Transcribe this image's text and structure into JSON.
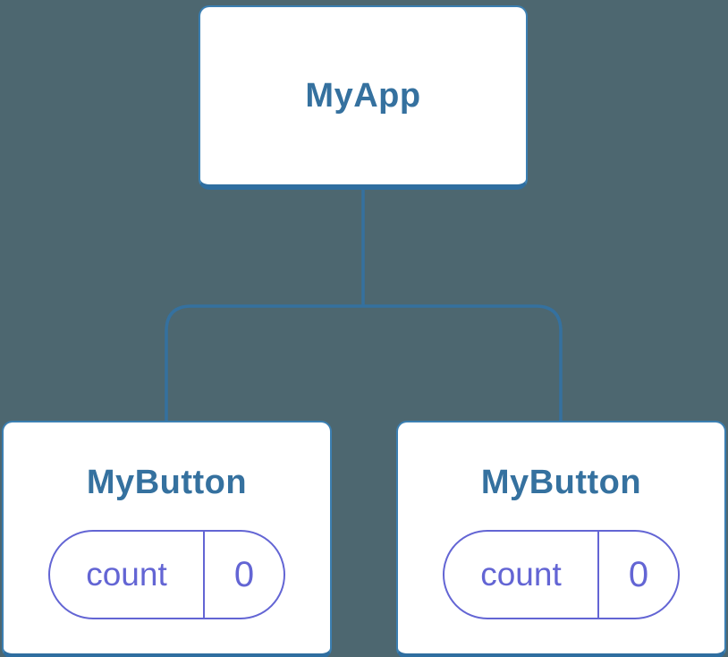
{
  "colors": {
    "bg": "#4D6770",
    "blue": "#35719F",
    "blue-border": "#3B7FB2",
    "blue-strong": "#2F6EA0",
    "blue-text": "#35719F",
    "purple": "#6365D4",
    "card-bg": "#FFFFFF"
  },
  "tree": {
    "root": {
      "label": "MyApp"
    },
    "children": [
      {
        "label": "MyButton",
        "state": {
          "key": "count",
          "value": "0"
        }
      },
      {
        "label": "MyButton",
        "state": {
          "key": "count",
          "value": "0"
        }
      }
    ]
  }
}
